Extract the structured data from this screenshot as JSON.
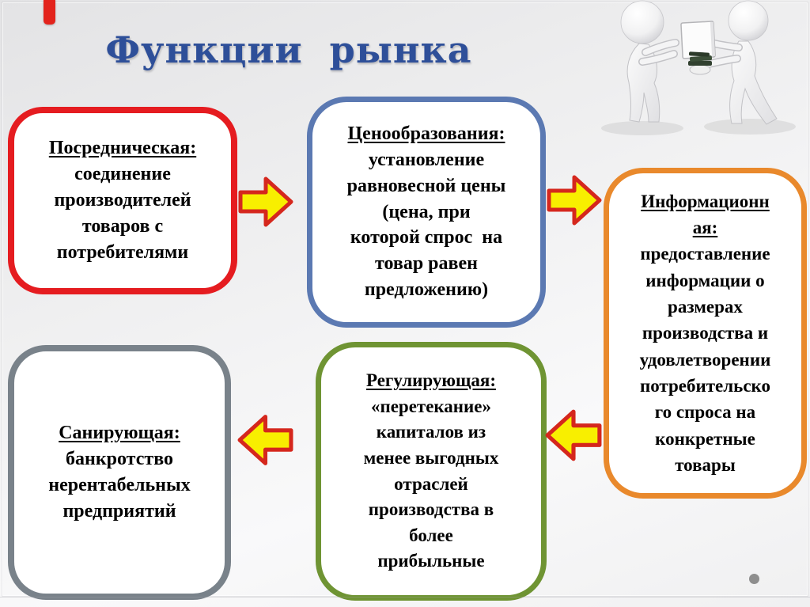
{
  "slide": {
    "title": "Функции  рынка"
  },
  "boxes": {
    "mediation": {
      "header": "Посредническая:",
      "body": "соединение\nпроизводителей\nтоваров с\nпотребителями",
      "border_color": "#e51c20"
    },
    "pricing": {
      "header": "Ценообразования:",
      "body": "установление\nравновесной цены\n(цена, при\nкоторой спрос  на\nтовар равен\nпредложению)",
      "border_color": "#5b79b2"
    },
    "information": {
      "header": "Информационн\nая:",
      "body": "предоставление\nинформации о\nразмерах\nпроизводства и\nудовлетворении\nпотребительско\nго спроса на\nконкретные\nтовары",
      "border_color": "#e9892c"
    },
    "regulating": {
      "header": "Регулирующая:",
      "body": "«перетекание»\nкапиталов из\nменее выгодных\nотраслей\nпроизводства в\nболее\nприбыльные",
      "border_color": "#6f9433"
    },
    "sanitizing": {
      "header": "Санирующая:",
      "body": "банкротство\nнерентабельных\nпредприятий",
      "border_color": "#79828a"
    }
  },
  "colors": {
    "title_text": "#2e4f99",
    "box_text": "#000000",
    "arrow_fill": "#f8ef00",
    "arrow_stroke": "#d5271d",
    "accent_corner_bar": "#e3231c",
    "end_dot": "#8e8e8e"
  },
  "icons": {
    "illustration": "two-3d-figures-exchanging-document-and-money",
    "arrows": [
      "right",
      "right",
      "left",
      "left"
    ]
  }
}
